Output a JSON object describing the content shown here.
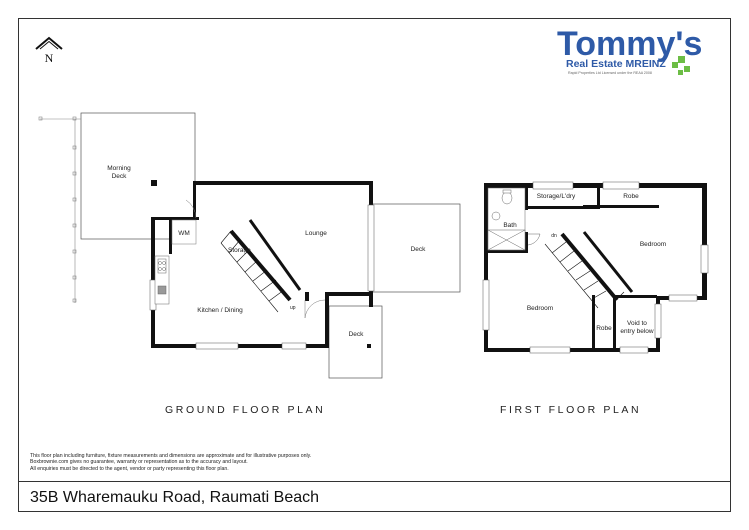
{
  "brand": {
    "name": "Tommy's",
    "tagline": "Real Estate MREINZ",
    "license": "Rapid Properties Ltd Licensed under the REAA 2008",
    "accent_blue": "#2e5aa7",
    "accent_green": "#6cbd45"
  },
  "compass": {
    "label": "N"
  },
  "ground_floor": {
    "title": "GROUND FLOOR PLAN",
    "rooms": {
      "morning_deck": [
        "Morning",
        "Deck"
      ],
      "wm": "WM",
      "storage": "Storage",
      "lounge": "Lounge",
      "deck_east": "Deck",
      "kitchen": "Kitchen / Dining",
      "deck_south": "Deck",
      "stair_up": "up"
    }
  },
  "first_floor": {
    "title": "FIRST FLOOR PLAN",
    "rooms": {
      "storage_ldry": "Storage/L'dry",
      "robe_top": "Robe",
      "bath": "Bath",
      "stair_dn": "dn",
      "bedroom_right": "Bedroom",
      "bedroom_left": "Bedroom",
      "robe_bottom": "Robe",
      "void": [
        "Void to",
        "entry below"
      ]
    }
  },
  "disclaimer": [
    "This floor plan including furniture, fixture measurements and dimensions are approximate and for illustrative purposes only.",
    "Boxbrownie.com gives no guarantee, warranty or representation as to the accuracy and layout.",
    "All enquiries must be directed to the agent, vendor or party representing this floor plan."
  ],
  "address": "35B Wharemauku Road, Raumati Beach"
}
